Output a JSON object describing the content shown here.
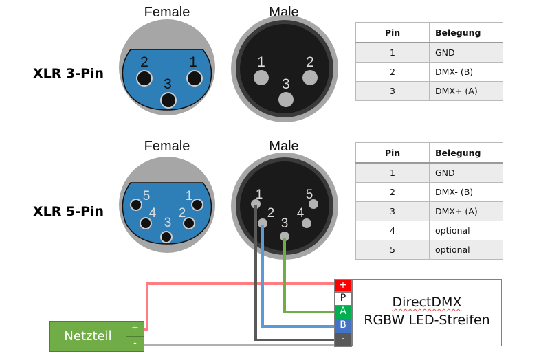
{
  "headers": {
    "female": "Female",
    "male": "Male"
  },
  "rows": [
    {
      "label": "XLR 3-Pin",
      "female_pins": [
        "2",
        "1",
        "3"
      ],
      "male_pins": [
        "1",
        "2",
        "3"
      ],
      "table": {
        "columns": [
          "Pin",
          "Belegung"
        ],
        "rows": [
          {
            "pin": "1",
            "belegung": "GND"
          },
          {
            "pin": "2",
            "belegung": "DMX- (B)"
          },
          {
            "pin": "3",
            "belegung": "DMX+ (A)"
          }
        ]
      }
    },
    {
      "label": "XLR 5-Pin",
      "female_pins": [
        "5",
        "4",
        "3",
        "2",
        "1"
      ],
      "male_pins": [
        "1",
        "2",
        "3",
        "4",
        "5"
      ],
      "table": {
        "columns": [
          "Pin",
          "Belegung"
        ],
        "rows": [
          {
            "pin": "1",
            "belegung": "GND"
          },
          {
            "pin": "2",
            "belegung": "DMX- (B)"
          },
          {
            "pin": "3",
            "belegung": "DMX+ (A)"
          },
          {
            "pin": "4",
            "belegung": "optional"
          },
          {
            "pin": "5",
            "belegung": "optional"
          }
        ]
      }
    }
  ],
  "device": {
    "line1": "DirectDMX",
    "line2": "RGBW LED-Streifen",
    "terminals": [
      {
        "label": "+",
        "color": "#ff0000",
        "text_color": "#ffffff"
      },
      {
        "label": "P",
        "color": "#ffffff",
        "text_color": "#000000"
      },
      {
        "label": "A",
        "color": "#00b050",
        "text_color": "#ffffff"
      },
      {
        "label": "B",
        "color": "#4472c4",
        "text_color": "#ffffff"
      },
      {
        "label": "-",
        "color": "#595959",
        "text_color": "#ffffff"
      }
    ]
  },
  "power_supply": {
    "label": "Netzteil",
    "terminals": [
      "+",
      "-"
    ]
  },
  "colors": {
    "connector_shell": "#a6a6a6",
    "female_insert": "#2e7fb8",
    "male_insert": "#1a1a1a",
    "wire_positive": "#ff7c80",
    "wire_gnd": "#595959",
    "wire_b": "#5b9bd5",
    "wire_a": "#70ad47",
    "wire_negative": "#b0b0b0"
  }
}
